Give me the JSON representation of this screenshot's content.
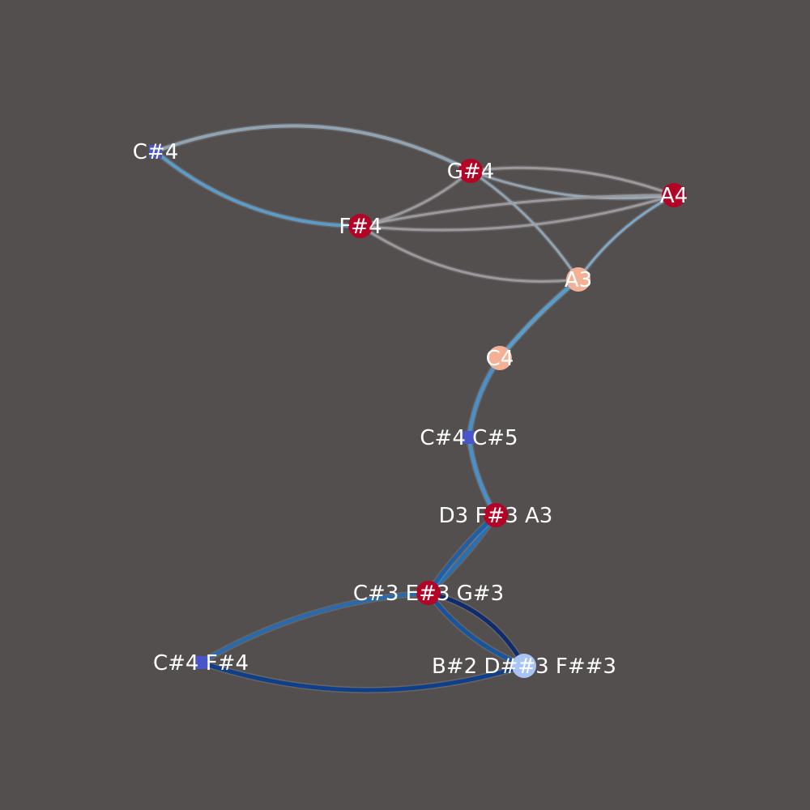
{
  "graph": {
    "nodes": [
      {
        "id": "cs4_top",
        "label": "C#4",
        "shape": "square",
        "color": "#4a56c8"
      },
      {
        "id": "gs4",
        "label": "G#4",
        "shape": "circle",
        "color": "#b40426"
      },
      {
        "id": "a4",
        "label": "A4",
        "shape": "circle",
        "color": "#b40426"
      },
      {
        "id": "fs4",
        "label": "F#4",
        "shape": "circle",
        "color": "#b40426"
      },
      {
        "id": "a3",
        "label": "A3",
        "shape": "circle",
        "color": "#f4b095"
      },
      {
        "id": "c4",
        "label": "C4",
        "shape": "circle",
        "color": "#f4b095"
      },
      {
        "id": "cs4cs5",
        "label": "C#4 C#5",
        "shape": "square",
        "color": "#4a56c8"
      },
      {
        "id": "d3fs3a3",
        "label": "D3 F#3 A3",
        "shape": "circle",
        "color": "#b40426"
      },
      {
        "id": "cs3es3gs3",
        "label": "C#3 E#3 G#3",
        "shape": "circle",
        "color": "#b40426"
      },
      {
        "id": "cs4fs4",
        "label": "C#4 F#4",
        "shape": "square",
        "color": "#4a56c8"
      },
      {
        "id": "bs2dss3fss3",
        "label": "B#2 D##3 F##3",
        "shape": "circle",
        "color": "#a8c4f5"
      }
    ],
    "edges": [
      {
        "from": "cs4_top",
        "to": "gs4",
        "color": "#8fa3b3"
      },
      {
        "from": "cs4_top",
        "to": "fs4",
        "color": "#5a9bc8"
      },
      {
        "from": "gs4",
        "to": "a4",
        "color": "#9a9a9e"
      },
      {
        "from": "gs4",
        "to": "a4",
        "color": "#8fa3b3"
      },
      {
        "from": "fs4",
        "to": "a4",
        "color": "#9a9a9e"
      },
      {
        "from": "fs4",
        "to": "a4",
        "color": "#9a9a9e"
      },
      {
        "from": "fs4",
        "to": "gs4",
        "color": "#9a9a9e"
      },
      {
        "from": "fs4",
        "to": "a3",
        "color": "#9a9a9e"
      },
      {
        "from": "gs4",
        "to": "a3",
        "color": "#8fa3b3"
      },
      {
        "from": "a4",
        "to": "a3",
        "color": "#7ea7c8"
      },
      {
        "from": "a3",
        "to": "c4",
        "color": "#5a9bc8"
      },
      {
        "from": "c4",
        "to": "cs4cs5",
        "color": "#4b8fc6"
      },
      {
        "from": "cs4cs5",
        "to": "d3fs3a3",
        "color": "#4b8fc6"
      },
      {
        "from": "d3fs3a3",
        "to": "cs3es3gs3",
        "color": "#2a6fb0"
      },
      {
        "from": "d3fs3a3",
        "to": "cs3es3gs3",
        "color": "#1f5fa6"
      },
      {
        "from": "cs3es3gs3",
        "to": "cs4fs4",
        "color": "#2a6aaa"
      },
      {
        "from": "cs3es3gs3",
        "to": "bs2dss3fss3",
        "color": "#0d2b6e"
      },
      {
        "from": "cs3es3gs3",
        "to": "bs2dss3fss3",
        "color": "#1656a0"
      },
      {
        "from": "cs4fs4",
        "to": "bs2dss3fss3",
        "color": "#0e3f8a"
      }
    ]
  }
}
